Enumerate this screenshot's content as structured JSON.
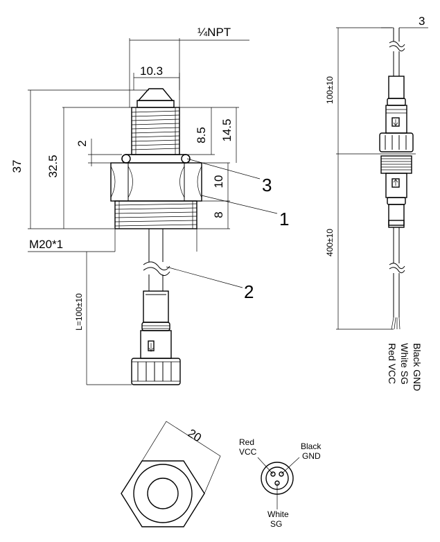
{
  "dimensions": {
    "npt": "¼NPT",
    "d10_3": "10.3",
    "d37": "37",
    "d32_5": "32.5",
    "d2": "2",
    "d8_5": "8.5",
    "d14_5": "14.5",
    "d10": "10",
    "d8": "8",
    "m20": "M20*1",
    "cable_len": "L=100±10",
    "d3": "3",
    "d100": "100±10",
    "d400": "400±10",
    "d20": "20"
  },
  "callouts": {
    "c1": "1",
    "c2": "2",
    "c3": "3"
  },
  "wires": {
    "w1": "Black GND",
    "w2": "White SG",
    "w3": "Red VCC"
  },
  "pinout": {
    "red_1": "Red",
    "red_2": "VCC",
    "black_1": "Black",
    "black_2": "GND",
    "white_1": "White",
    "white_2": "SG"
  }
}
